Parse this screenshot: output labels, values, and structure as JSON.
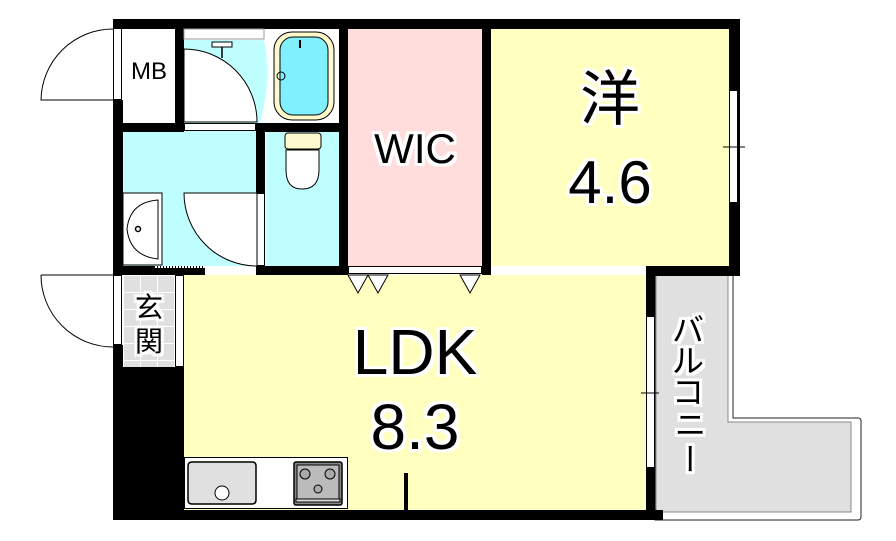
{
  "floor_plan": {
    "rooms": {
      "mb": {
        "label": "MB"
      },
      "wic": {
        "label": "WIC"
      },
      "western_room": {
        "label": "洋",
        "size": "4.6"
      },
      "ldk": {
        "label": "LDK",
        "size": "8.3"
      },
      "entrance": {
        "label_top": "玄",
        "label_bottom": "関"
      },
      "balcony": {
        "chars": [
          "バ",
          "ル",
          "コ",
          "ニ",
          "ー"
        ]
      }
    },
    "colors": {
      "wall": "#000000",
      "ldk_floor": "#FFFFC0",
      "western_floor": "#FFFFC0",
      "wic_floor": "#FFDDDD",
      "wet_area": "#C0FFFF",
      "bathtub_water": "#80F0FF",
      "entrance_tile": "#E0E0E0",
      "balcony": "#E0E0E0"
    }
  }
}
